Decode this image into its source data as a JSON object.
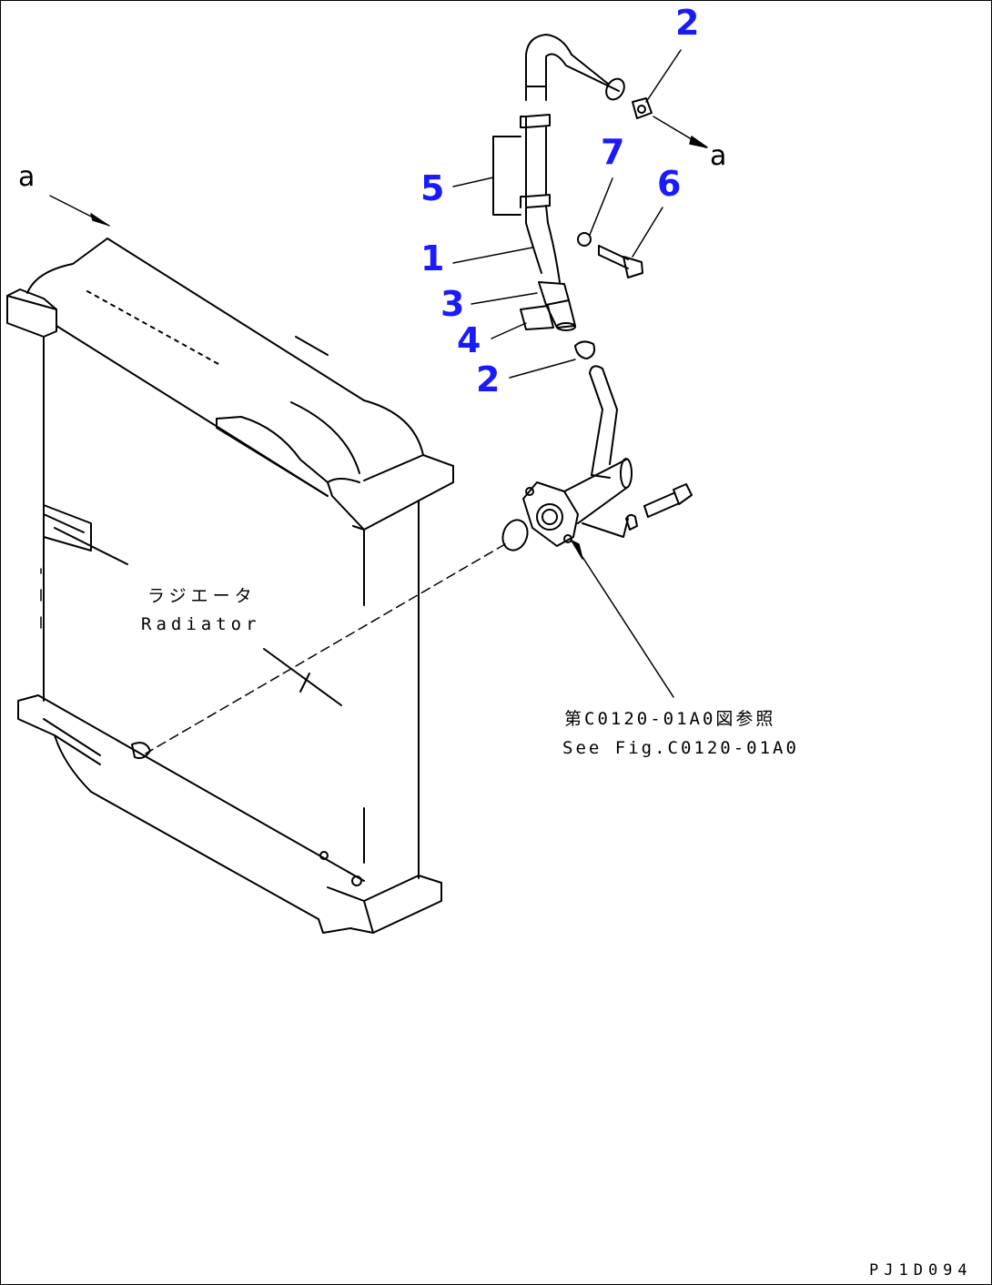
{
  "callouts": {
    "c2_top": "2",
    "c7": "7",
    "c6": "6",
    "c5": "5",
    "c1": "1",
    "c3": "3",
    "c4": "4",
    "c2_bottom": "2"
  },
  "markers": {
    "a_left": "a",
    "a_right": "a"
  },
  "radiator": {
    "label_jp": "ラジエータ",
    "label_en": "Radiator"
  },
  "reference": {
    "label_jp": "第C0120-01A0図参照",
    "label_en": "See Fig.C0120-01A0"
  },
  "drawing_code": "PJ1D094",
  "colors": {
    "callout": "#1a1aff",
    "line": "#000000",
    "background": "#ffffff"
  }
}
